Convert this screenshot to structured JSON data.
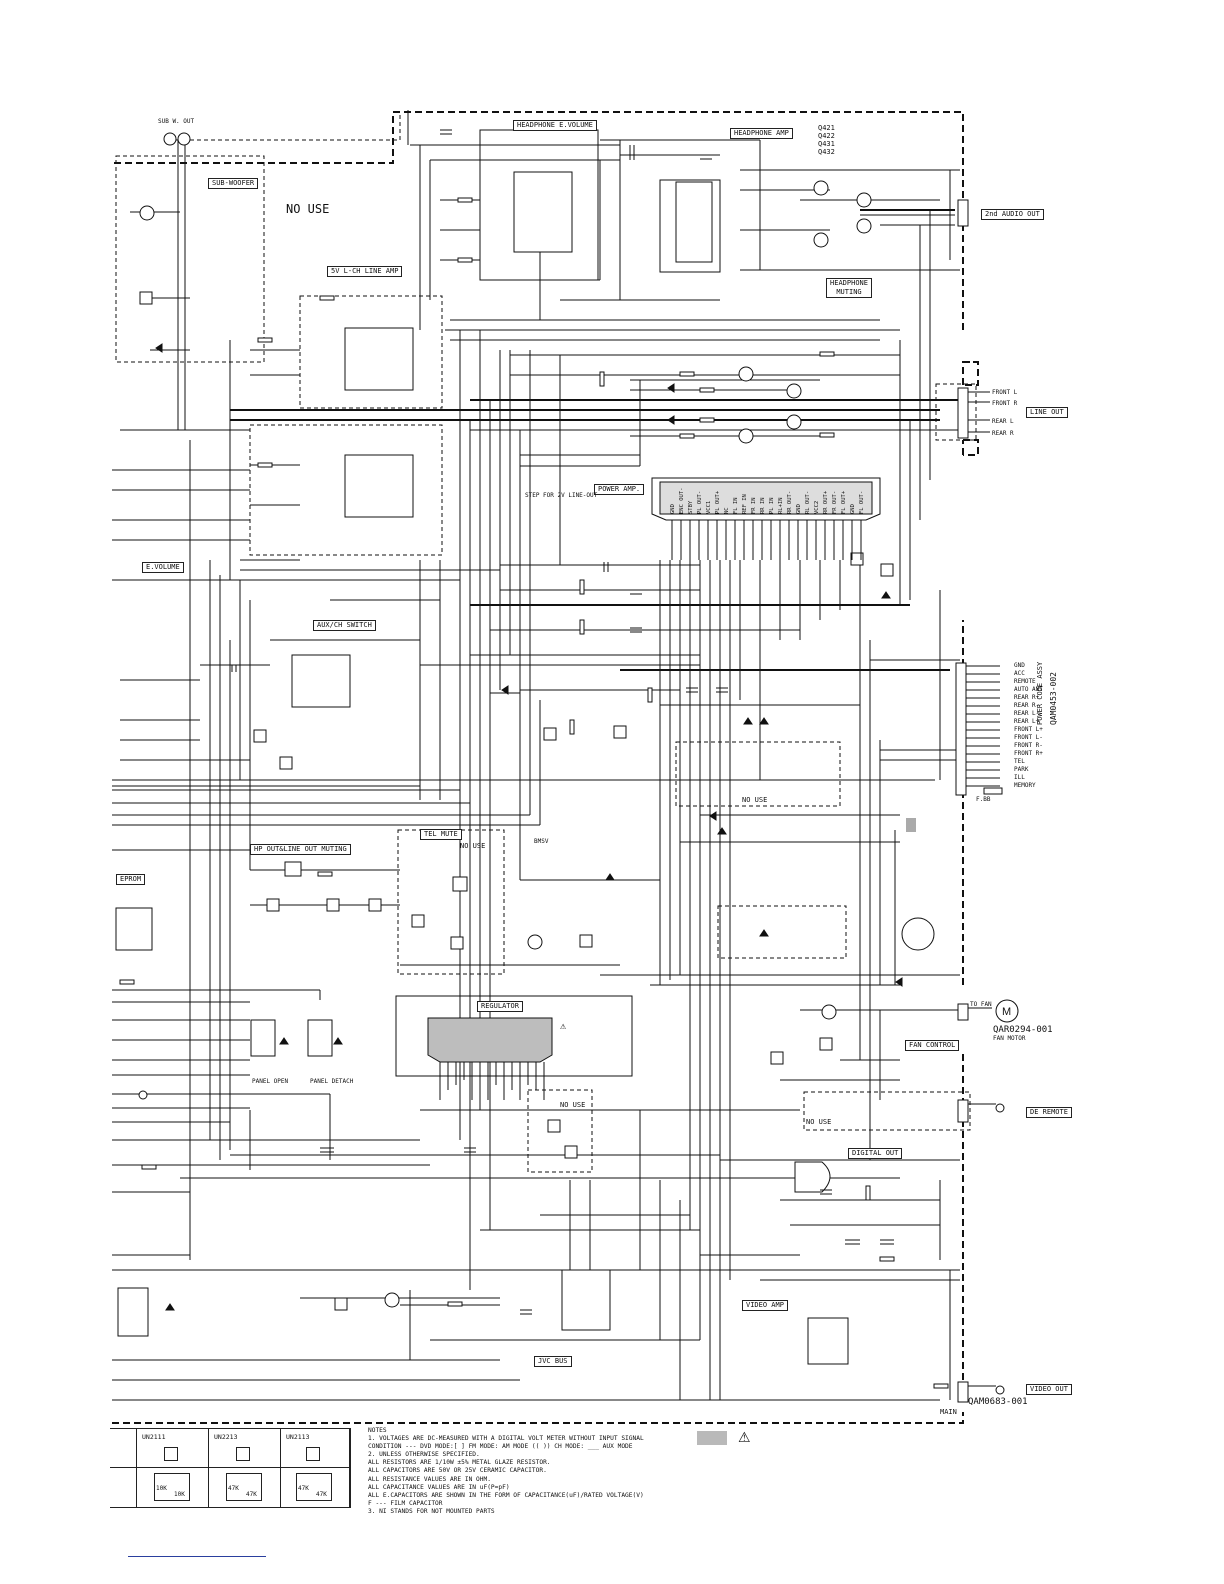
{
  "title_blocks": {
    "sub_woofer": "SUB-WOOFER",
    "headphone_e_volume": "HEADPHONE E.VOLUME",
    "headphone_amp": "HEADPHONE AMP",
    "headphone_muting": "HEADPHONE MUTING",
    "line_amp": "5V L-CH LINE AMP",
    "power_amp": "POWER AMP.",
    "e_volume": "E.VOLUME",
    "aux_ch_switch": "AUX/CH SWITCH",
    "hp_out_line_out_muting": "HP OUT&LINE OUT MUTING",
    "tel_mute": "TEL MUTE",
    "eprom": "EPROM",
    "regulator": "REGULATOR",
    "fan_control": "FAN CONTROL",
    "digital_out": "DIGITAL OUT",
    "video_amp": "VIDEO AMP",
    "jvc_bus": "JVC BUS",
    "main": "MAIN"
  },
  "no_use_labels": [
    "NO USE",
    "NO USE",
    "NO USE",
    "NO USE",
    "NO USE"
  ],
  "transistor_refs": [
    "Q421",
    "Q422",
    "Q431",
    "Q432"
  ],
  "connectors": {
    "sub_w_out": "SUB W. OUT",
    "second_audio_out": "2nd AUDIO OUT",
    "line_out": "LINE OUT",
    "front_l": "FRONT L",
    "front_r": "FRONT R",
    "rear_l": "REAR L",
    "rear_r": "REAR R",
    "power_cord_assy": "POWER CODE ASSY",
    "power_cord_part": "QAM0453-002",
    "to_fan": "TO FAN",
    "fan_part": "QAR0294-001",
    "fan_motor": "FAN MOTOR",
    "de_remote": "DE REMOTE",
    "video_out": "VIDEO OUT",
    "board_part": "QAM0683-001"
  },
  "power_pins": [
    "GND",
    "ACC",
    "REMOTE",
    "AUTO ANT",
    "REAR R+",
    "REAR R-",
    "REAR L-",
    "REAR L+",
    "FRONT L+",
    "FRONT L-",
    "FRONT R-",
    "FRONT R+",
    "TEL",
    "PARK",
    "ILL",
    "MEMORY"
  ],
  "power_amp_pins": [
    "GND",
    "ENC OUT-",
    "STBY",
    "PL OUT-",
    "VCC1",
    "PL OUT+",
    "NC",
    "FL IN",
    "REF IN",
    "FR IN",
    "RR IN",
    "PL IN",
    "RL+IN",
    "RR OUT-",
    "GND",
    "RL OUT-",
    "VCC2",
    "RR OUT+",
    "FR OUT-",
    "FL OUT+",
    "GND",
    "FL OUT-"
  ],
  "misc_labels": {
    "step_note": "STEP FOR 2V LINE-OUT",
    "panel_open": "PANEL OPEN",
    "panel_detach": "PANEL DETACH",
    "fuse": "F.BB",
    "bmsv": "BMSV",
    "regulator_warn": "⚠"
  },
  "transistor_table": {
    "headers": [
      "UN2111",
      "UN2213",
      "UN2113"
    ],
    "values": [
      [
        "10K",
        "10K"
      ],
      [
        "47K",
        "47K"
      ],
      [
        "47K",
        "47K"
      ]
    ]
  },
  "notes": [
    "NOTES",
    "1. VOLTAGES ARE DC-MEASURED WITH A DIGITAL VOLT METER WITHOUT INPUT SIGNAL",
    "   CONDITION --- DVD MODE:[  ] FM MODE:     AM MODE (( )) CH MODE: ___ AUX MODE",
    "2. UNLESS OTHERWISE SPECIFIED.",
    "   ALL RESISTORS ARE 1/10W ±5% METAL GLAZE RESISTOR.",
    "   ALL CAPACITORS ARE 50V OR 25V CERAMIC CAPACITOR.",
    "   ALL RESISTANCE VALUES ARE IN OHM.",
    "   ALL CAPACITANCE VALUES ARE IN uF(P=pF)",
    "   ALL E.CAPACITORS ARE SHOWN IN THE FORM OF CAPACITANCE(uF)/RATED VOLTAGE(V)",
    "   F --- FILM CAPACITOR",
    "3. NI STANDS FOR NOT MOUNTED PARTS"
  ],
  "safety_mark": "⚠"
}
